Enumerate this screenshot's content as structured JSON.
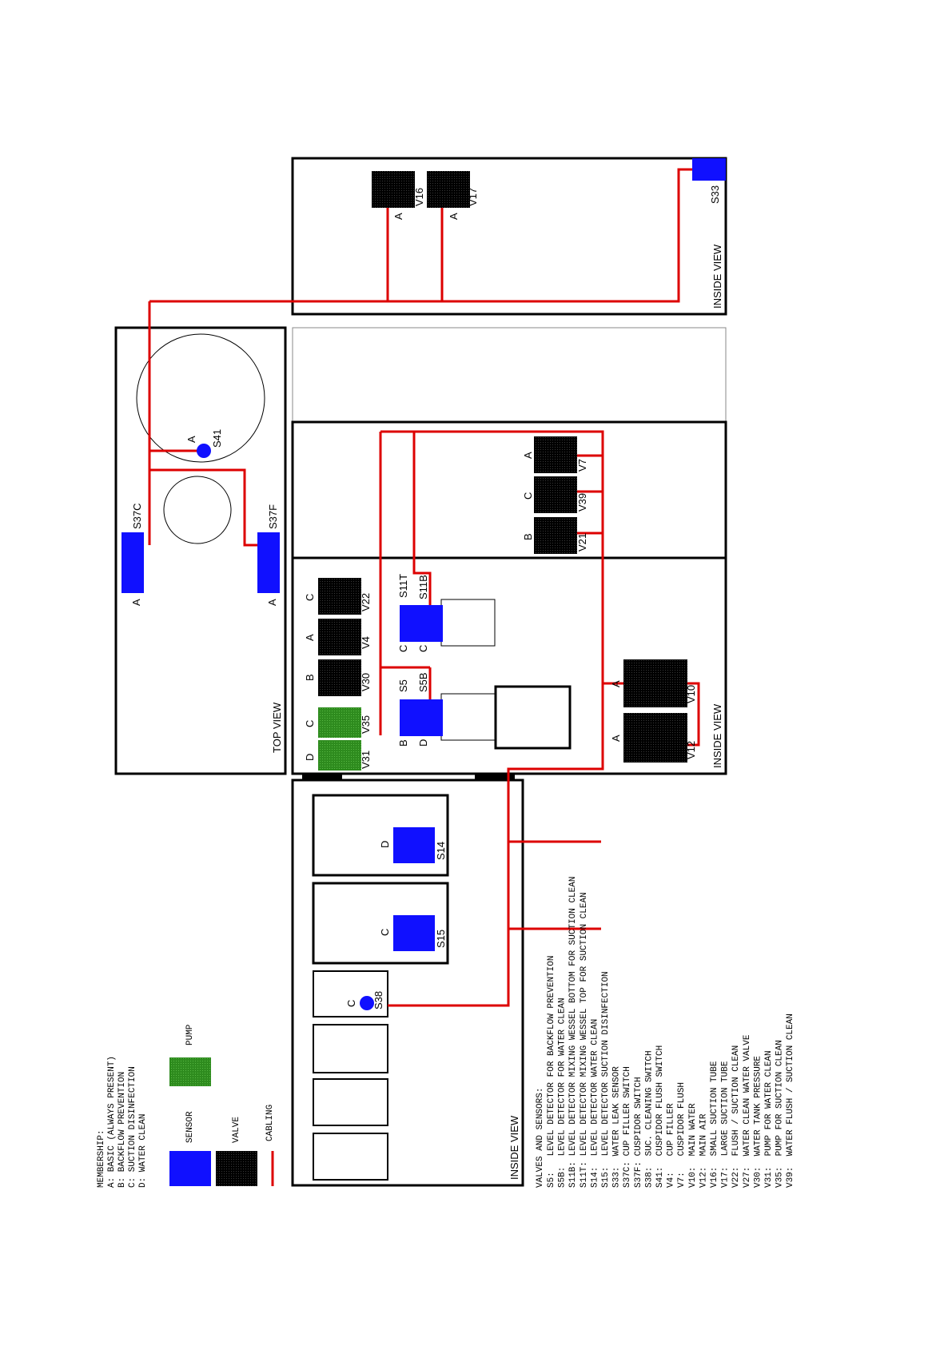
{
  "colors": {
    "sensor": "#1010ff",
    "valve": "#000000",
    "pump": "#2e8b1e",
    "cable": "#dd0000",
    "frame": "#000000"
  },
  "views": {
    "top": "TOP VIEW",
    "inside_main": "INSIDE VIEW",
    "inside_upper": "INSIDE VIEW",
    "inside_lower": "INSIDE VIEW"
  },
  "components": {
    "S33": {
      "label": "S33"
    },
    "V16": {
      "label": "V16",
      "member": "A"
    },
    "V17": {
      "label": "V17",
      "member": "A"
    },
    "S37C": {
      "label": "S37C",
      "member": "A"
    },
    "S37F": {
      "label": "S37F",
      "member": "A"
    },
    "S41": {
      "label": "S41",
      "member": "A"
    },
    "V7": {
      "label": "V7",
      "member": "A"
    },
    "V39": {
      "label": "V39",
      "member": "C"
    },
    "V21": {
      "label": "V21",
      "member": "B"
    },
    "V22": {
      "label": "V22",
      "member": "C"
    },
    "V4": {
      "label": "V4",
      "member": "A"
    },
    "V30": {
      "label": "V30",
      "member": "B"
    },
    "V35": {
      "label": "V35",
      "member": "C"
    },
    "V31": {
      "label": "V31",
      "member": "D"
    },
    "S11T": {
      "label": "S11T",
      "member": "C"
    },
    "S11B": {
      "label": "S11B",
      "member": "C"
    },
    "S5": {
      "label": "S5",
      "member": "B"
    },
    "S5B": {
      "label": "S5B",
      "member": "D"
    },
    "V10": {
      "label": "V10",
      "member": "A"
    },
    "V12": {
      "label": "V12",
      "member": "A"
    },
    "S14": {
      "label": "S14",
      "member": "D"
    },
    "S15": {
      "label": "S15",
      "member": "C"
    },
    "S38": {
      "label": "S38",
      "member": "C"
    }
  },
  "membership": {
    "title": "MEMBERSHIP:",
    "items": [
      "A: BASIC (ALWAYS PRESENT)",
      "B: BACKFLOW PREVENTION",
      "C: SUCTION DISINFECTION",
      "D: WATER CLEAN"
    ]
  },
  "legend": {
    "sensor": "SENSOR",
    "valve": "VALVE",
    "pump": "PUMP",
    "cabling": "CABLING"
  },
  "valves_sensors": {
    "title": "VALVES AND SENSORS:",
    "items": [
      "S5:   LEVEL DETECTOR FOR BACKFLOW PREVENTION",
      "S5B:  LEVEL DETECTOR FOR WATER CLEAN",
      "S11B: LEVEL DETECTOR MIXING WESSEL BOTTOM FOR SUCTION CLEAN",
      "S11T: LEVEL DETECTOR MIXING WESSEL TOP FOR SUCTION CLEAN",
      "S14:  LEVEL DETECTOR WATER CLEAN",
      "S15:  LEVEL DETECTOR SUCTION DISINFECTION",
      "S33:  WATER LEAK SENSOR",
      "S37C: CUP FILLER SWITCH",
      "S37F: CUSPIDOR SWITCH",
      "S38:  SUC. CLEANING SWITCH",
      "S41:  CUSPIDOR FLUSH SWITCH",
      "V4:   CUP FILLER",
      "V7:   CUSPIDOR FLUSH",
      "V10:  MAIN WATER",
      "V12:  MAIN AIR",
      "V16:  SMALL SUCTION TUBE",
      "V17:  LARGE SUCTION TUBE",
      "V22:  FLUSH / SUCTION CLEAN",
      "V27:  WATER CLEAN WATER VALVE",
      "V30:  WATER TANK PRESSURE",
      "V31:  PUMP FOR WATER CLEAN",
      "V35:  PUMP FOR SUCTION CLEAN",
      "V39:  WATER FLUSH / SUCTION CLEAN"
    ]
  }
}
